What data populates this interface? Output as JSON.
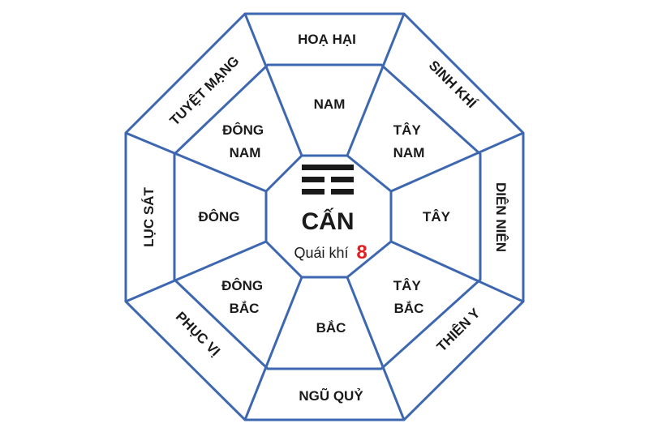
{
  "colors": {
    "line": "#3d67b1",
    "text": "#1a1a1a",
    "number": "#e02020"
  },
  "center": {
    "trigram": "kan-trigram",
    "name": "CẤN",
    "label": "Quái khí",
    "number": "8"
  },
  "inner": {
    "south": "NAM",
    "southwest": [
      "TÂY",
      "NAM"
    ],
    "west": "TÂY",
    "northwest": [
      "TÂY",
      "BẮC"
    ],
    "north": "BẮC",
    "northeast": [
      "ĐÔNG",
      "BẮC"
    ],
    "east": "ĐÔNG",
    "southeast": [
      "ĐÔNG",
      "NAM"
    ]
  },
  "outer": {
    "top": "HOẠ HẠI",
    "top_right": "SINH KHÍ",
    "right": "DIÊN NIÊN",
    "bottom_right": "THIÊN Y",
    "bottom": "NGŨ QUỶ",
    "bottom_left": "PHỤC VỊ",
    "left": "LỤC SÁT",
    "top_left": "TUYỆT MẠNG"
  }
}
